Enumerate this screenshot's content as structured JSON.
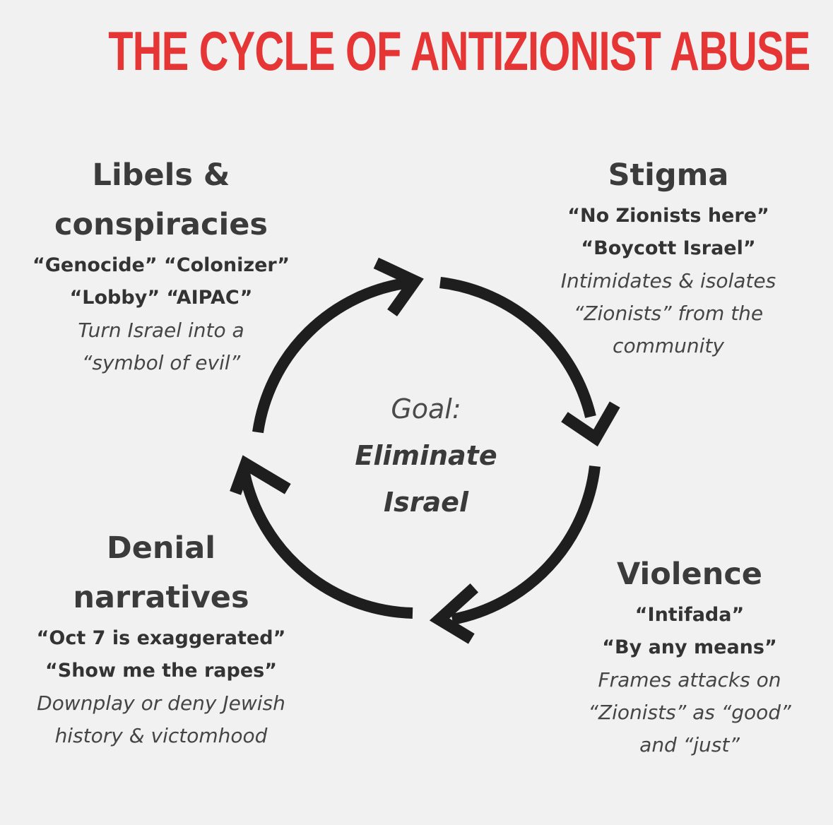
{
  "title": "THE CYCLE OF ANTIZIONIST ABUSE",
  "colors": {
    "title": "#e63535",
    "arrows": "#1e1e1e",
    "background": "#f1f1f1"
  },
  "center": {
    "label": "Goal:",
    "line1": "Eliminate",
    "line2": "Israel"
  },
  "stages": {
    "libels": {
      "heading1": "Libels &",
      "heading2": "conspiracies",
      "quote1": "“Genocide” “Colonizer”",
      "quote2": "“Lobby” “AIPAC”",
      "desc1": "Turn Israel into a",
      "desc2": "“symbol of evil”"
    },
    "stigma": {
      "heading1": "Stigma",
      "quote1": "“No Zionists here”",
      "quote2": "“Boycott Israel”",
      "desc1": "Intimidates & isolates",
      "desc2": "“Zionists” from the",
      "desc3": "community"
    },
    "violence": {
      "heading1": "Violence",
      "quote1": "“Intifada”",
      "quote2": "“By any means”",
      "desc1": "Frames attacks on",
      "desc2": "“Zionists” as “good”",
      "desc3": "and “just”"
    },
    "denial": {
      "heading1": "Denial",
      "heading2": "narratives",
      "quote1": "“Oct 7 is exaggerated”",
      "quote2": "“Show me the rapes”",
      "desc1": "Downplay or deny Jewish",
      "desc2": "history & victomhood"
    }
  }
}
